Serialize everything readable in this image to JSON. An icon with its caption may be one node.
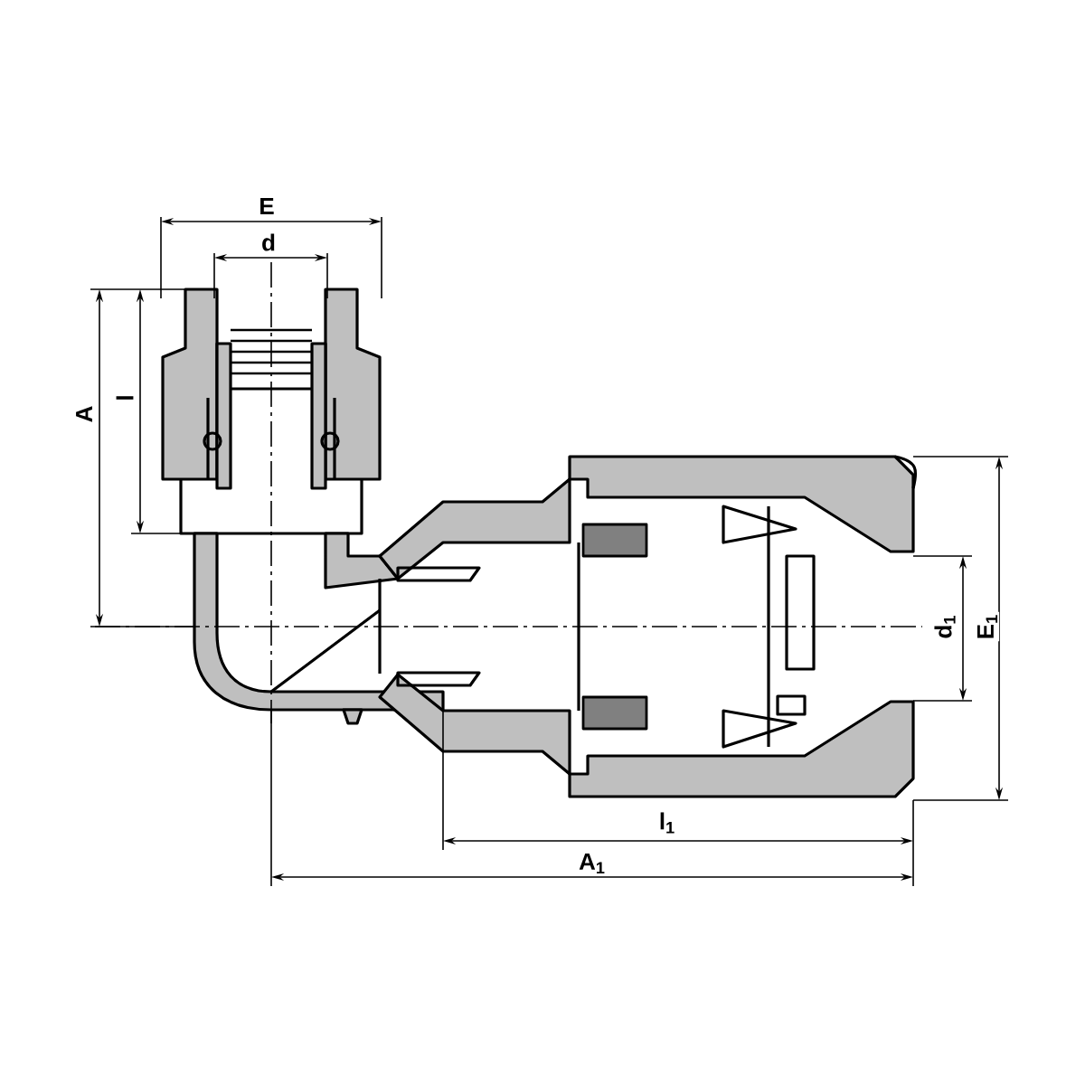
{
  "diagram": {
    "labels": [
      "E",
      "d",
      "A",
      "l",
      "d$_{1}$",
      "E$_{1}$",
      "l$_{1}$",
      "A$_{1}$"
    ]
  }
}
